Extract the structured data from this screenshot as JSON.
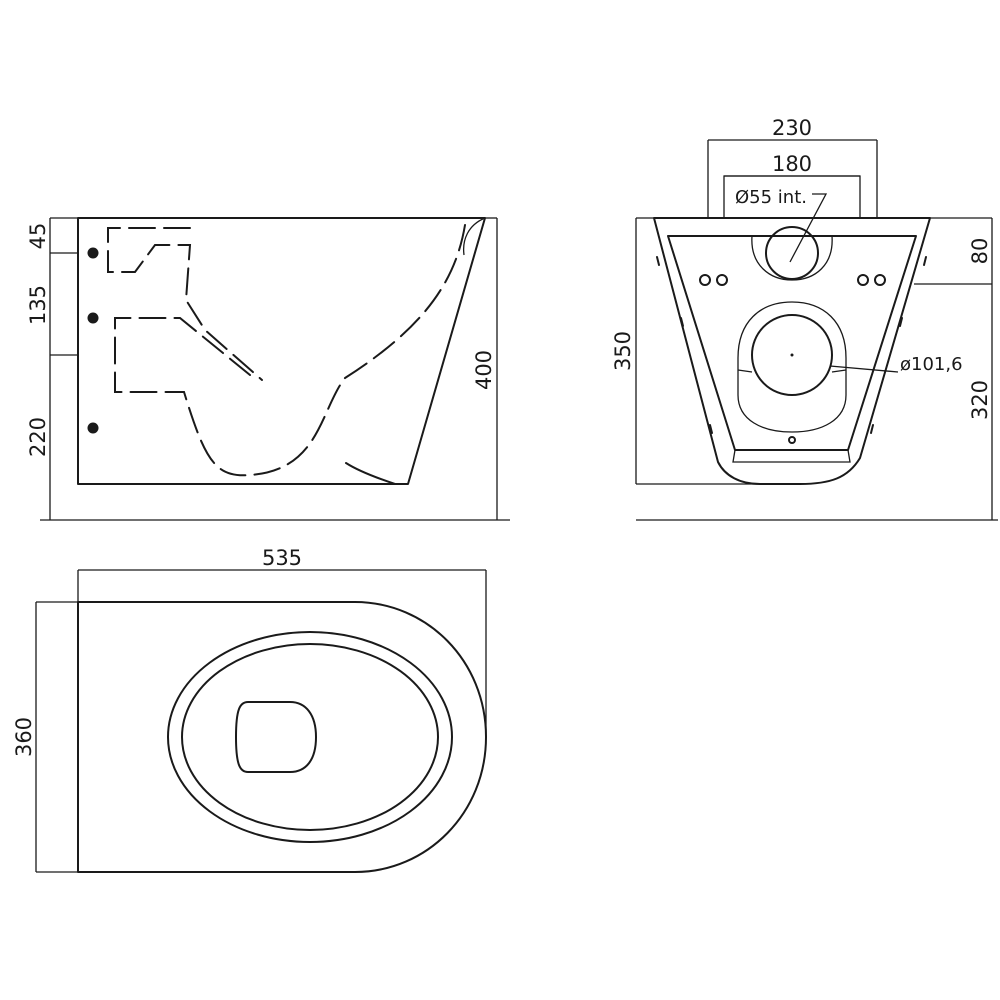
{
  "side_view": {
    "dim_top": "45",
    "dim_middle": "135",
    "dim_bottom": "220",
    "dim_height": "400"
  },
  "front_view": {
    "dim_outer_width": "230",
    "dim_inner_width": "180",
    "pipe_label": "Ø55 int.",
    "dim_height": "350",
    "dim_top_offset": "80",
    "outlet_label": "ø101,6",
    "dim_outlet_height": "320"
  },
  "top_view": {
    "dim_length": "535",
    "dim_width": "360"
  }
}
